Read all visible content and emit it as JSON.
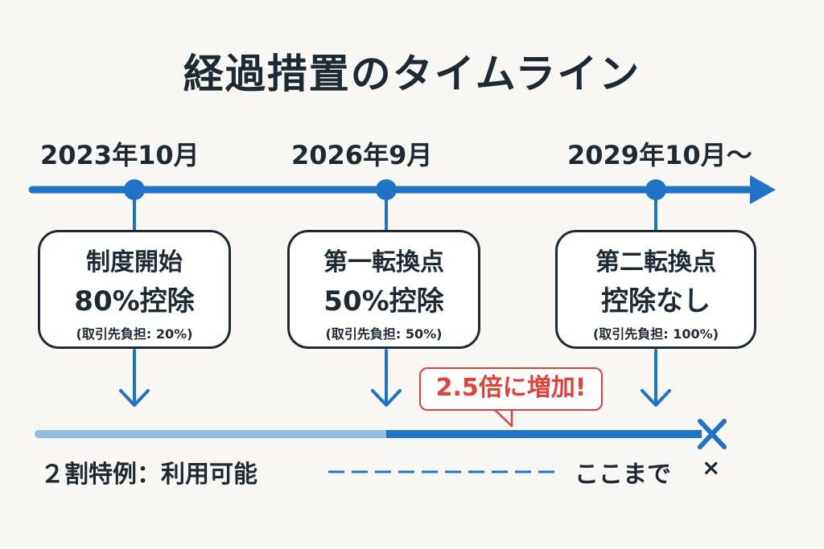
{
  "title": "経過措置のタイムライン",
  "timeline": [
    {
      "date": "2023年10月",
      "line1": "制度開始",
      "line2": "80%控除",
      "line3": "(取引先負担: 20%)"
    },
    {
      "date": "2026年9月",
      "line1": "第一転換点",
      "line2": "50%控除",
      "line3": "(取引先負担: 50%)"
    },
    {
      "date": "2029年10月～",
      "line1": "第二転換点",
      "line2": "控除なし",
      "line3": "(取引先負担: 100%)"
    }
  ],
  "callout": "2.5倍に増加!",
  "bottom": {
    "left_label": "２割特例：利用可能",
    "right_label": "ここまで",
    "end_mark": "×"
  },
  "colors": {
    "accent_blue": "#1f73c6",
    "light_blue": "#8fbde3",
    "callout_red": "#e0413a",
    "text_dark": "#1e2a33"
  }
}
